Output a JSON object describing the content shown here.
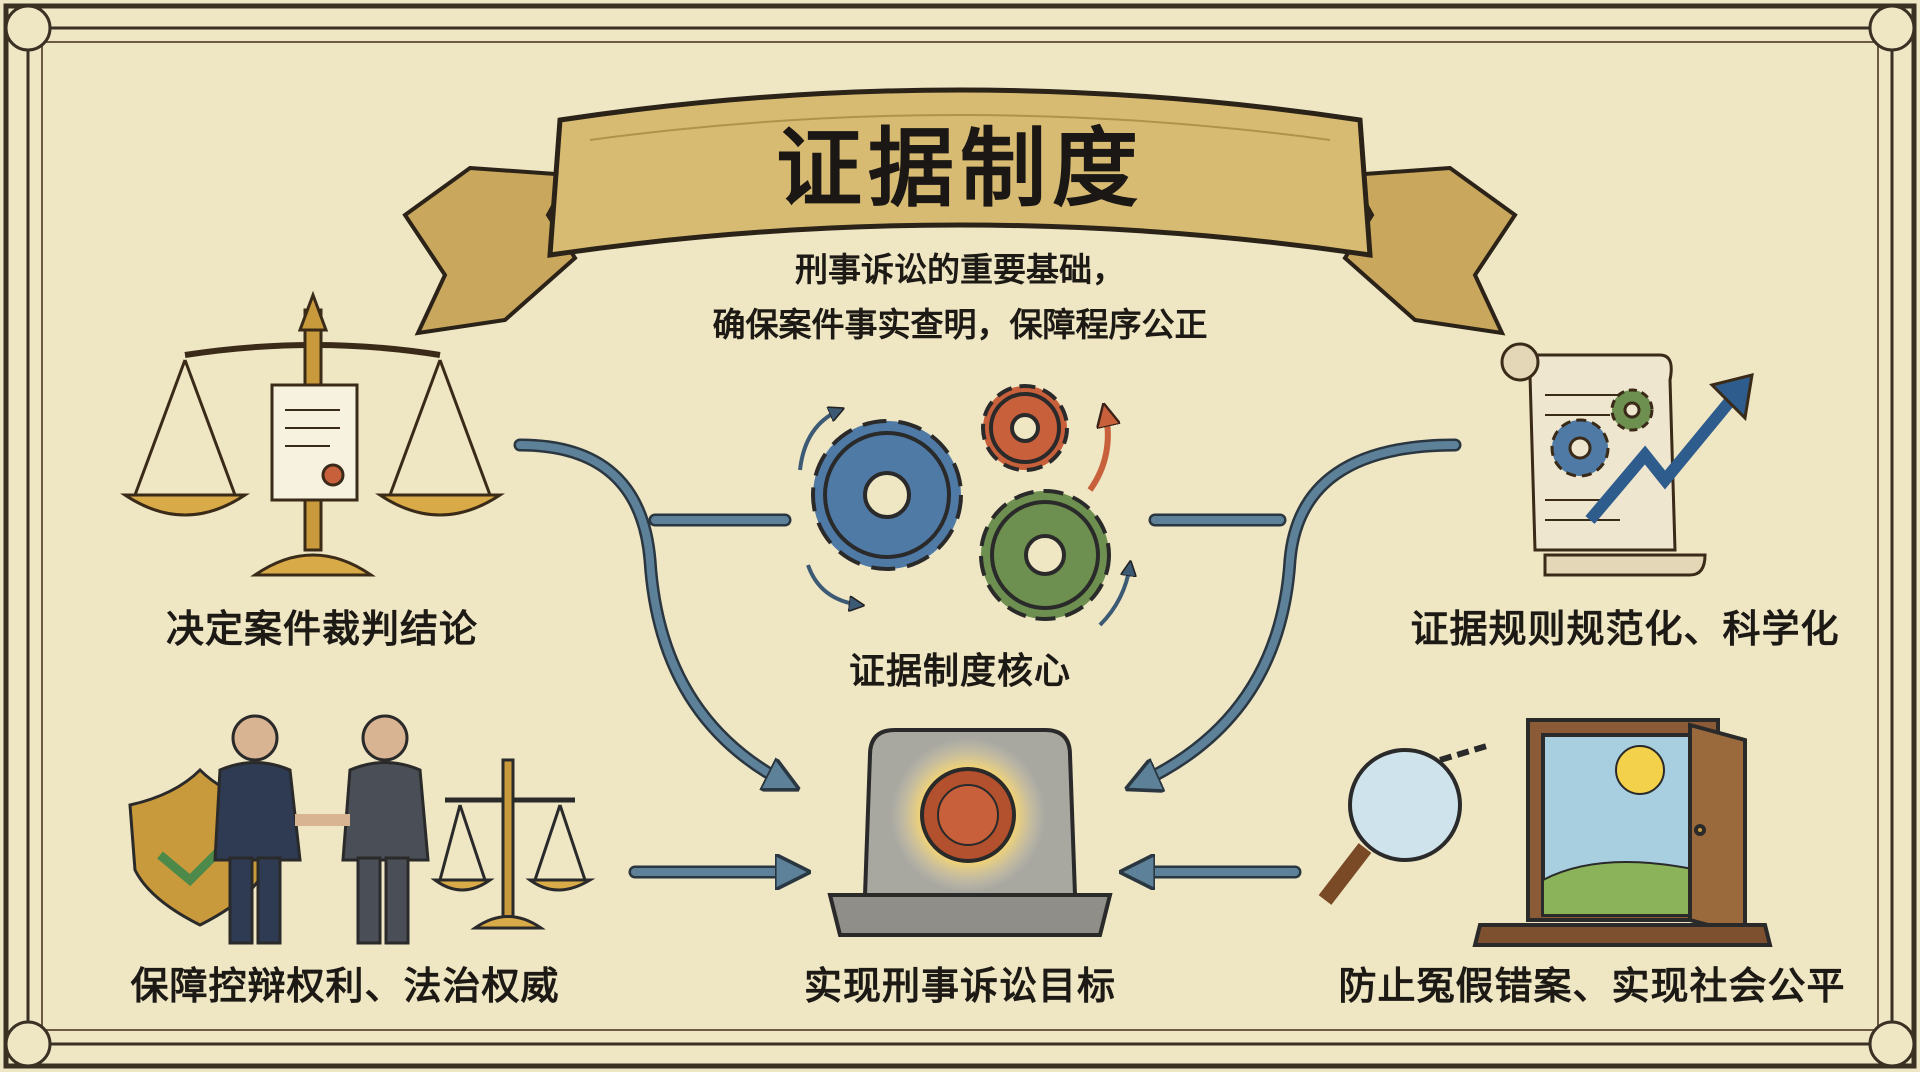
{
  "title": "证据制度",
  "subtitle_line1": "刑事诉讼的重要基础，",
  "subtitle_line2": "确保案件事实查明，保障程序公正",
  "nodes": {
    "top_left": "决定案件裁判结论",
    "center": "证据制度核心",
    "top_right": "证据规则规范化、科学化",
    "bottom_left": "保障控辩权利、法治权威",
    "bottom_center": "实现刑事诉讼目标",
    "bottom_right": "防止冤假错案、实现社会公平"
  },
  "colors": {
    "background": "#efe6c4",
    "banner": "#d8bb72",
    "arrow": "#5d8199",
    "gear_blue": "#4f7aa6",
    "gear_green": "#6d8f4f",
    "gear_red": "#c8603b",
    "seal": "#b3502e",
    "gold": "#c99a3c"
  },
  "icons": {
    "top_left": "scales-of-justice-icon",
    "center": "gears-icon",
    "top_right": "scroll-growth-chart-icon",
    "bottom_left": "handshake-shield-scales-icon",
    "bottom_center": "stone-seal-icon",
    "bottom_right": "magnifier-open-door-icon"
  }
}
